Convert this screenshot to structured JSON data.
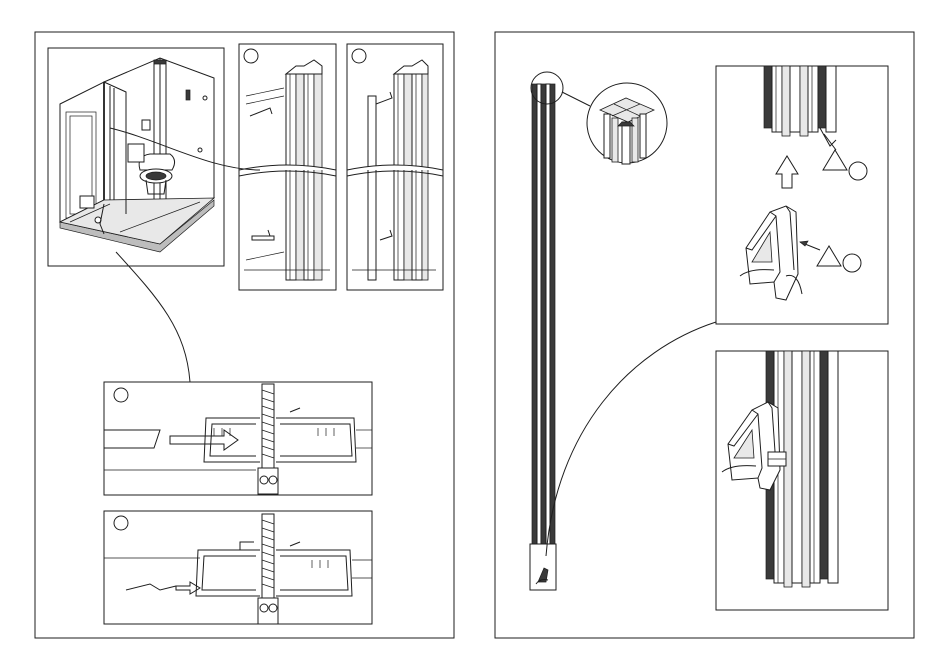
{
  "page": {
    "left_page": {
      "overview_panel": {
        "icon": "shower-cabin-illustration"
      },
      "detail_panel_a": {
        "icon": "wall-profile-before-illustration"
      },
      "detail_panel_b": {
        "icon": "wall-profile-after-illustration"
      },
      "cross_section_a": {
        "icon": "profile-insert-illustration"
      },
      "cross_section_b": {
        "icon": "profile-inserted-illustration"
      }
    },
    "right_page": {
      "corner_post": {
        "icon": "corner-post-illustration"
      },
      "corner_zoom": {
        "icon": "corner-profile-cross-section"
      },
      "cap_detail": {
        "icon": "end-cap-exploded-illustration"
      },
      "cap_assembled": {
        "icon": "end-cap-assembled-illustration"
      }
    },
    "colors": {
      "line": "#1e1e1e",
      "fill": "#ffffff",
      "shade": "#bdbdbd"
    }
  }
}
